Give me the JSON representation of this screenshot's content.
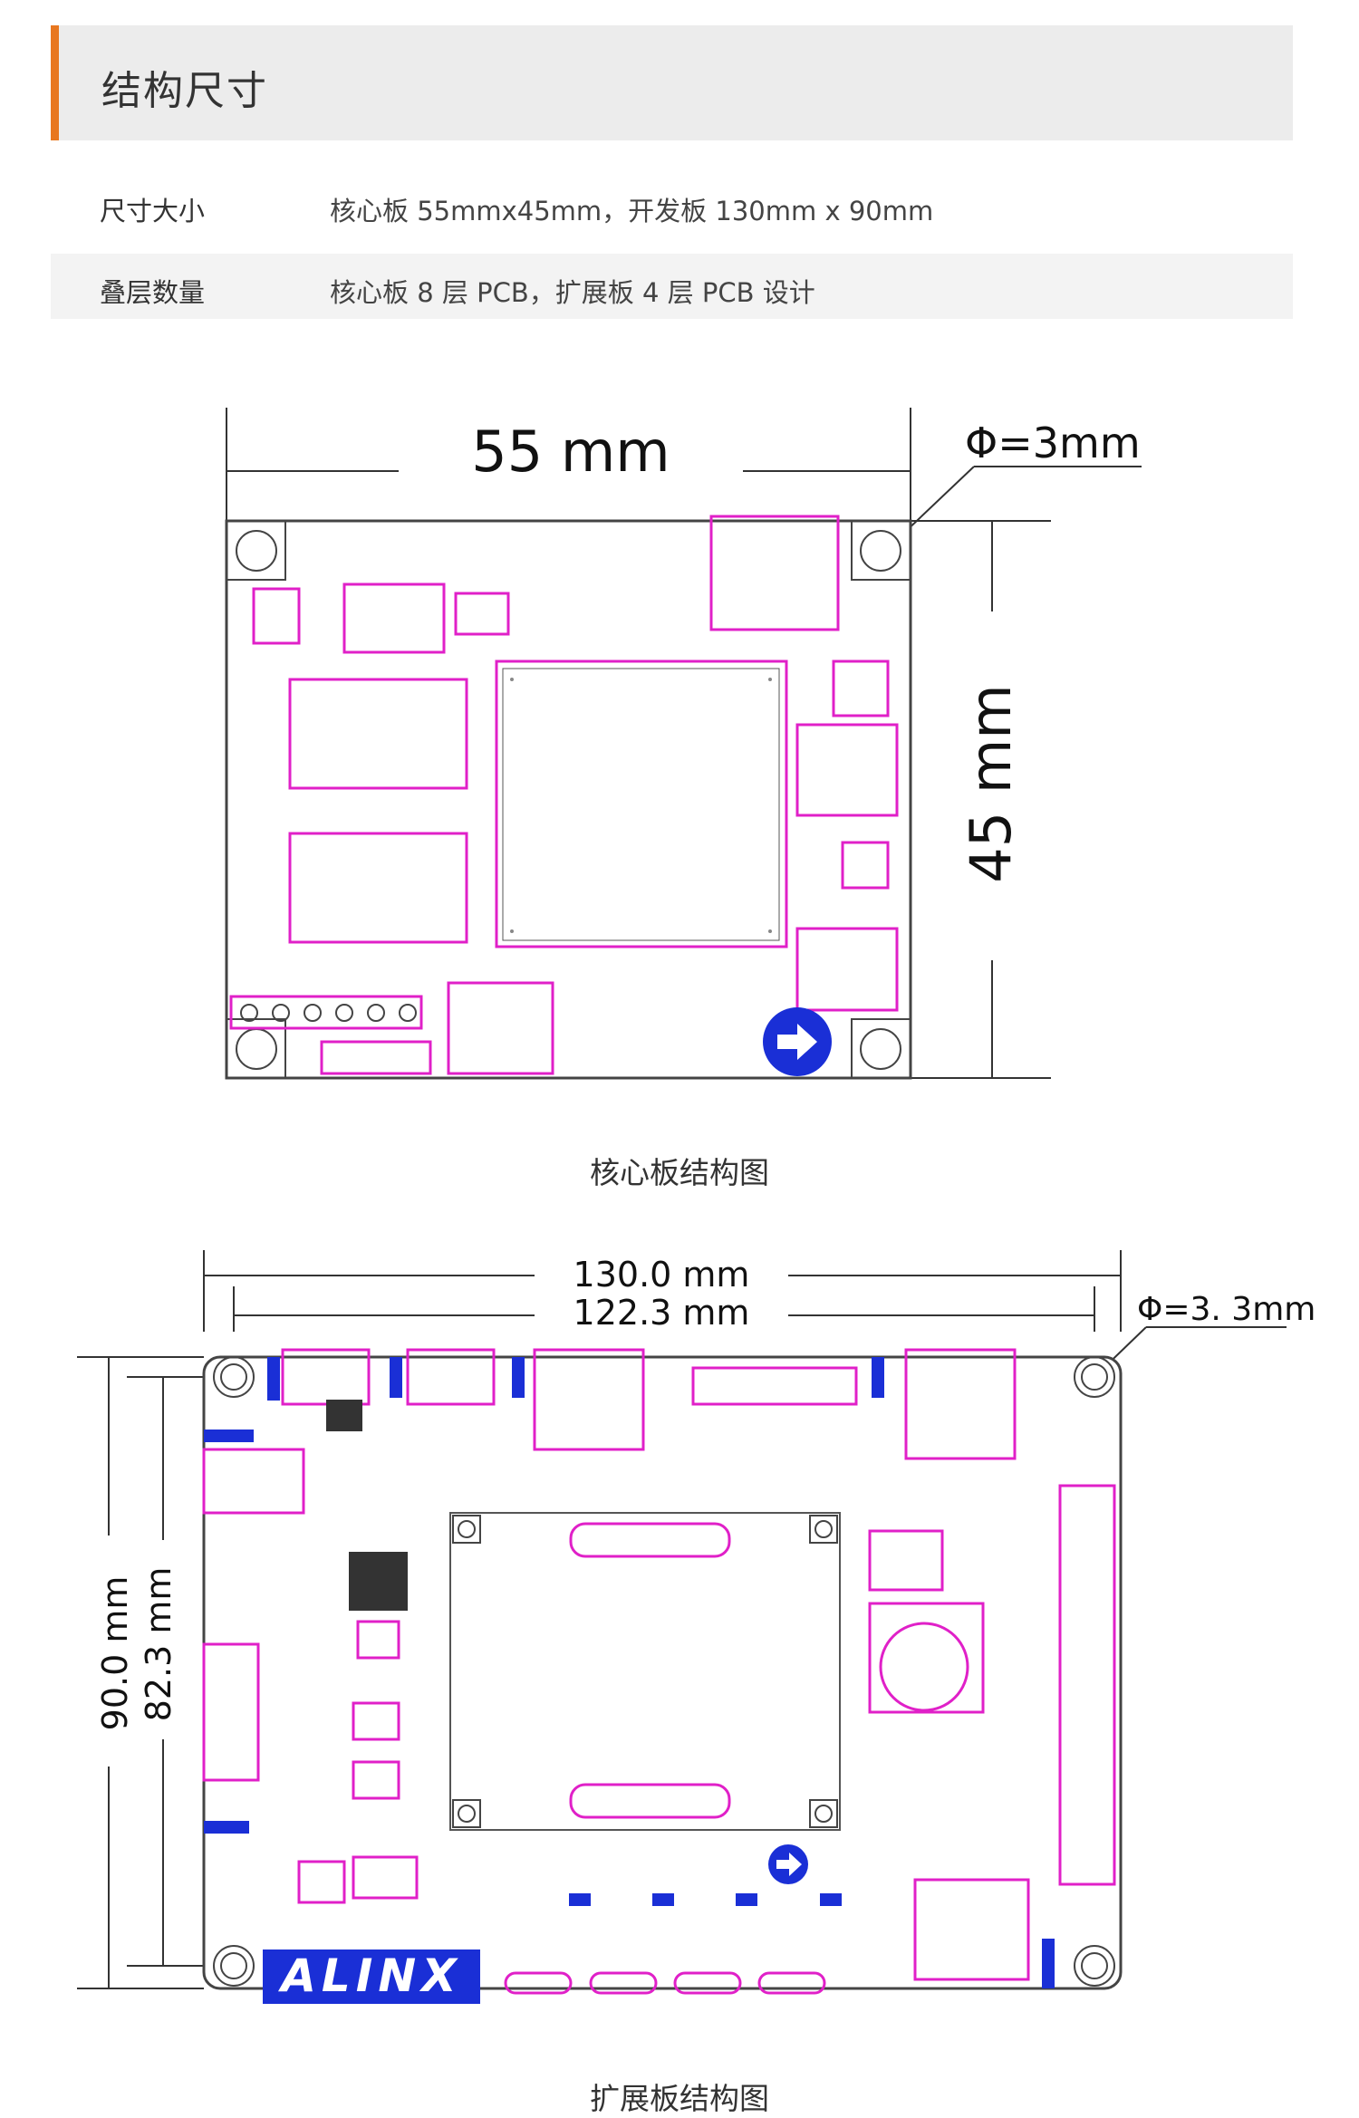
{
  "section": {
    "title": "结构尺寸"
  },
  "specs": [
    {
      "label": "尺寸大小",
      "value": "核心板 55mmx45mm，开发板 130mm x 90mm"
    },
    {
      "label": "叠层数量",
      "value": "核心板 8 层 PCB，扩展板 4 层 PCB 设计"
    }
  ],
  "core_board": {
    "width_label": "55 mm",
    "height_label": "45 mm",
    "hole_label": "Φ=3mm",
    "caption": "核心板结构图"
  },
  "carrier_board": {
    "width_outer_label": "130.0 mm",
    "width_inner_label": "122.3 mm",
    "height_outer_label": "90.0 mm",
    "height_inner_label": "82.3 mm",
    "hole_label": "Φ=3. 3mm",
    "logo_text": "ALINX",
    "caption": "扩展板结构图"
  },
  "colors": {
    "accent": "#e8771f",
    "pcb_magenta": "#e020c8",
    "logo_blue": "#1a2fd6",
    "header_bg": "#ececec"
  }
}
